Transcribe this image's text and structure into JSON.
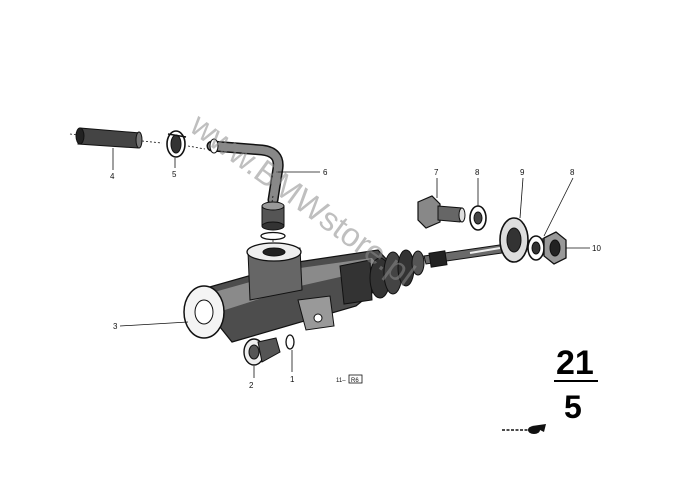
{
  "watermark": "www.BMWstore.pl",
  "callouts": [
    "1",
    "2",
    "3",
    "4",
    "5",
    "6",
    "7",
    "8",
    "9",
    "8",
    "10"
  ],
  "reference": {
    "code": "11–",
    "box": "R6"
  },
  "group": {
    "main": "21",
    "sub": "5"
  },
  "colors": {
    "ink": "#111111",
    "watermark": "#8a8a8a",
    "background": "#ffffff"
  }
}
